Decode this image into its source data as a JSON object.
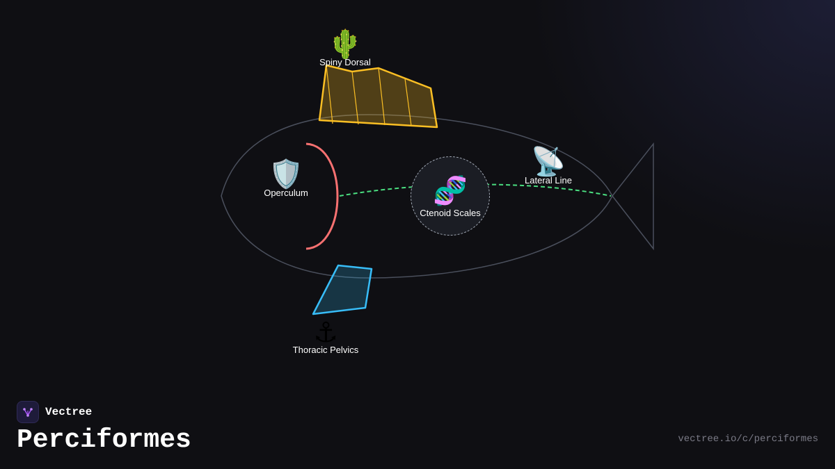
{
  "brand": {
    "name": "Vectree",
    "accent": "#a855f7"
  },
  "page": {
    "title": "Perciformes",
    "url": "vectree.io/c/perciformes",
    "background": "#0f0f13"
  },
  "diagram": {
    "outline_color": "#4a4f5c",
    "parts": {
      "dorsal": {
        "label": "Spiny Dorsal",
        "icon": "🌵",
        "icon_name": "cactus-icon",
        "color": "#fbbf24"
      },
      "operculum": {
        "label": "Operculum",
        "icon": "🛡️",
        "icon_name": "shield-icon",
        "color": "#f87171"
      },
      "scales": {
        "label": "Ctenoid Scales",
        "icon": "🧬",
        "icon_name": "dna-icon",
        "color": "#9ca3af"
      },
      "lateral": {
        "label": "Lateral Line",
        "icon": "📡",
        "icon_name": "satellite-dish-icon",
        "color": "#4ade80"
      },
      "pelvic": {
        "label": "Thoracic Pelvics",
        "icon": "⚓",
        "icon_name": "anchor-icon",
        "color": "#38bdf8"
      }
    }
  }
}
